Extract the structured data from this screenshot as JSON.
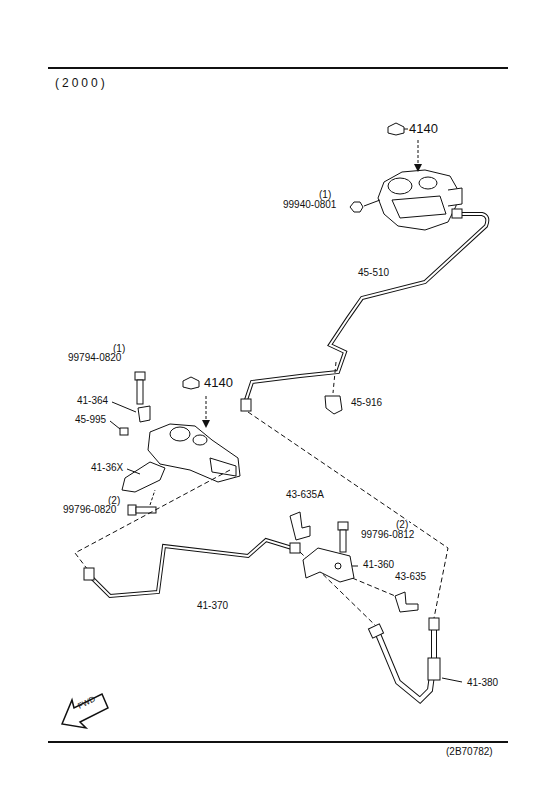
{
  "diagram": {
    "title": "(2000)",
    "caption": "(2B70782)",
    "nodes": [],
    "edges": [],
    "labels": [
      "4140",
      "(1)",
      "99940-0801",
      "45-510",
      "(1)",
      "99794-0820",
      "4140",
      "41-364",
      "45-995",
      "45-916",
      "41-36X",
      "(2)",
      "99796-0820",
      "43-635A",
      "(2)",
      "99796-0812",
      "41-360",
      "43-635",
      "41-370",
      "41-380",
      "FWD"
    ]
  }
}
